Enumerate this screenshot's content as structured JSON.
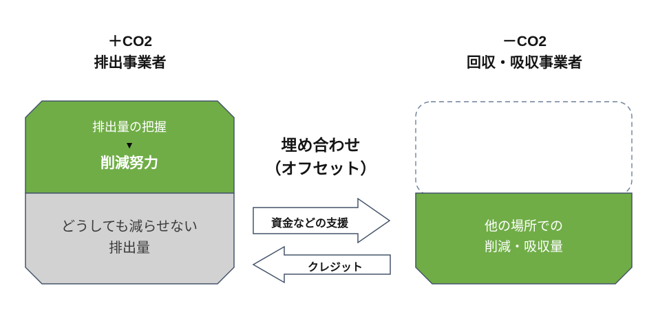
{
  "left": {
    "title_line1": "＋CO2",
    "title_line2": "排出事業者",
    "green_line1": "排出量の把握",
    "arrow_down": "▼",
    "green_line2": "削減努力",
    "gray_line1": "どうしても減らせない",
    "gray_line2": "排出量"
  },
  "center": {
    "heading_line1": "埋め合わせ",
    "heading_line2": "（オフセット）",
    "arrow_right_label": "資金などの支援",
    "arrow_left_label": "クレジット"
  },
  "right": {
    "title_line1": "－CO2",
    "title_line2": "回収・吸収事業者",
    "green_line1": "他の場所での",
    "green_line2": "削減・吸収量"
  },
  "colors": {
    "green": "#70ad47",
    "gray": "#d2d2d2",
    "border": "#44546a"
  }
}
